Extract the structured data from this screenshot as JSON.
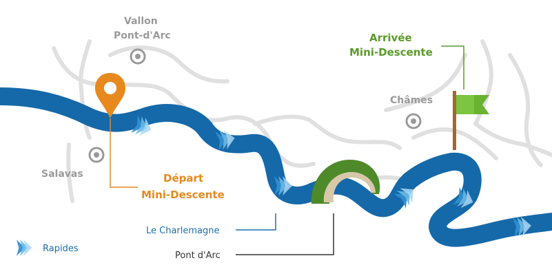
{
  "towns": [
    {
      "id": "vallon",
      "lines": [
        "Vallon",
        "Pont-d'Arc"
      ]
    },
    {
      "id": "salavas",
      "lines": [
        "Salavas"
      ]
    },
    {
      "id": "chames",
      "lines": [
        "Châmes"
      ]
    }
  ],
  "departure": {
    "lines": [
      "Départ",
      "Mini-Descente"
    ]
  },
  "arrival": {
    "lines": [
      "Arrivée",
      "Mini-Descente"
    ]
  },
  "callouts": {
    "charlemagne": "Le Charlemagne",
    "pont_darc": "Pont d'Arc"
  },
  "legend": {
    "rapides": "Rapides"
  },
  "colors": {
    "river": "#1569a9",
    "roads": "#e0e0e0",
    "town_marker": "#999999",
    "departure": "#e8891d",
    "arrival": "#6ab232",
    "arch_outer": "#4f8a2a",
    "arch_inner": "#d8c8aa",
    "rapids": "#7cc0e8"
  },
  "icons": {
    "departure": "map-pin-icon",
    "arrival": "flag-icon",
    "town": "target-icon",
    "rapids": "chevron-arrows-icon"
  }
}
